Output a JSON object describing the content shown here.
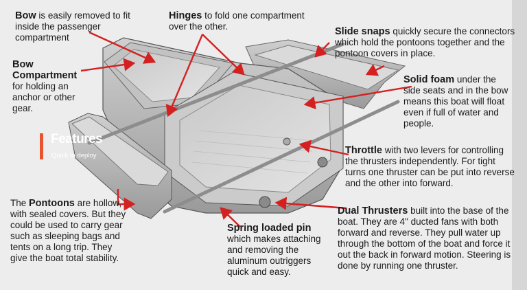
{
  "callouts": {
    "bow": {
      "term": "Bow",
      "text": " is easily removed to fit inside the passenger compartment"
    },
    "hinges": {
      "term": "Hinges",
      "text": " to fold one compartment over the other."
    },
    "slide_snaps": {
      "term": "Slide snaps",
      "text": " quickly secure the connectors which hold the pontoons together and the pontoon covers in place."
    },
    "bow_compartment": {
      "term": "Bow Compartment",
      "text": "for holding an anchor or other gear."
    },
    "solid_foam": {
      "term": "Solid foam",
      "text": " under the side seats and in the bow means this boat will float even if full of water and people."
    },
    "throttle": {
      "term": "Throttle",
      "text": " with two levers for controlling the thrusters independently. For tight turns one thruster can be put into reverse and the other into forward."
    },
    "pontoons": {
      "prefix": "The ",
      "term": "Pontoons",
      "text": " are hollow, with sealed covers. But they could be used to carry gear such as sleeping bags and tents on a long trip. They give the boat total stability."
    },
    "spring_pin": {
      "term": "Spring loaded pin",
      "text": "which makes attaching and removing the aluminum outriggers quick and easy."
    },
    "dual_thrusters": {
      "term": "Dual Thrusters",
      "text": " built into the base of the boat. They are 4\" ducted fans with both forward and reverse. They pull water up through the bottom of the boat and force it out the back in forward motion. Steering is done by running one thruster."
    }
  },
  "overlay": {
    "title": "Features",
    "subtitle": "Quick to deploy"
  },
  "colors": {
    "arrow": "#d42020",
    "accent": "#e8542e",
    "boat_light": "#d9d9d9",
    "boat_mid": "#b4b4b4",
    "boat_dark": "#8c8c8c"
  }
}
